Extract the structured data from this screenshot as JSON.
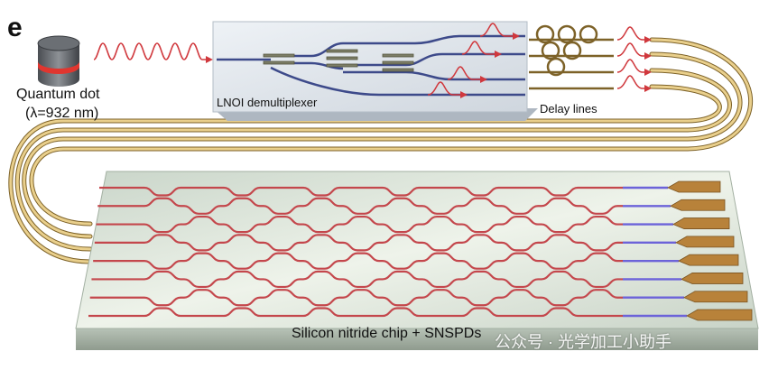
{
  "figure": {
    "panel_letter": "e",
    "source": {
      "name": "Quantum dot",
      "wavelength": "(λ=932 nm)"
    },
    "demultiplexer_label": "LNOI demultiplexer",
    "delay_label": "Delay lines",
    "chip_label": "Silicon nitride chip + SNSPDs",
    "watermark": "公众号 · 光学加工小助手"
  },
  "colors": {
    "waveguide": "#c4474c",
    "lnoi_waveguide": "#3d4a8a",
    "fiber_gold": "#c9a55a",
    "snspd": "#6c63d9",
    "pad": "#b8823a",
    "pulse": "#d0383d"
  }
}
